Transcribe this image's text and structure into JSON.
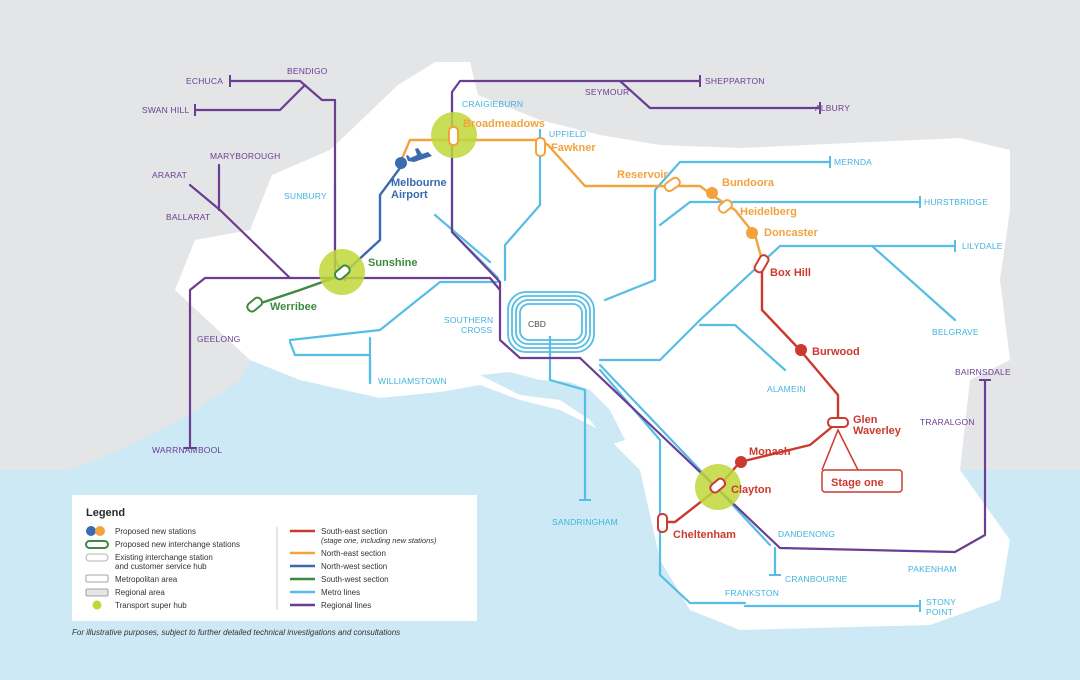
{
  "colors": {
    "regional": "#6a3e93",
    "metro": "#56bde4",
    "south_east": "#cc3a2e",
    "north_east": "#f2a33c",
    "north_west": "#3a6ab0",
    "south_west": "#3d8a3f",
    "super_hub": "#bfd73a",
    "water": "#cde9f5",
    "land": "#ffffff",
    "background": "#e4e5e7"
  },
  "map": {
    "cbd": "CBD",
    "regional_stations": {
      "echuca": "ECHUCA",
      "bendigo": "BENDIGO",
      "swan_hill": "SWAN HILL",
      "maryborough": "MARYBOROUGH",
      "ararat": "ARARAT",
      "ballarat": "BALLARAT",
      "geelong": "GEELONG",
      "warrnambool": "WARRNAMBOOL",
      "seymour": "SEYMOUR",
      "shepparton": "SHEPPARTON",
      "albury": "ALBURY",
      "bairnsdale": "BAIRNSDALE",
      "traralgon": "TRARALGON",
      "pakenham": "PAKENHAM"
    },
    "metro_stations": {
      "craigieburn": "CRAIGIEBURN",
      "upfield": "UPFIELD",
      "sunbury": "SUNBURY",
      "mernda": "MERNDA",
      "hurstbridge": "HURSTBRIDGE",
      "lilydale": "LILYDALE",
      "belgrave": "BELGRAVE",
      "alamein": "ALAMEIN",
      "southern_cross_1": "SOUTHERN",
      "southern_cross_2": "CROSS",
      "williamstown": "WILLIAMSTOWN",
      "sandringham": "SANDRINGHAM",
      "dandenong": "DANDENONG",
      "cranbourne": "CRANBOURNE",
      "frankston": "FRANKSTON",
      "stony_point_1": "STONY",
      "stony_point_2": "POINT"
    },
    "srl_stations": {
      "broadmeadows": "Broadmeadows",
      "fawkner": "Fawkner",
      "reservoir": "Reservoir",
      "bundoora": "Bundoora",
      "heidelberg": "Heidelberg",
      "doncaster": "Doncaster",
      "box_hill": "Box Hill",
      "burwood": "Burwood",
      "glen_waverley_1": "Glen",
      "glen_waverley_2": "Waverley",
      "monash": "Monash",
      "clayton": "Clayton",
      "cheltenham": "Cheltenham",
      "melbourne_airport_1": "Melbourne",
      "melbourne_airport_2": "Airport",
      "sunshine": "Sunshine",
      "werribee": "Werribee"
    },
    "stage_one": "Stage one"
  },
  "legend": {
    "title": "Legend",
    "left": [
      "Proposed new stations",
      "Proposed new interchange stations",
      "Existing interchange station",
      "and customer service hub",
      "Metropolitan area",
      "Regional area",
      "Transport super hub"
    ],
    "right": [
      "South-east section",
      "(stage one, including new stations)",
      "North-east section",
      "North-west section",
      "South-west section",
      "Metro lines",
      "Regional lines"
    ]
  },
  "footnote": "For illustrative purposes, subject to further detailed technical investigations and consultations"
}
